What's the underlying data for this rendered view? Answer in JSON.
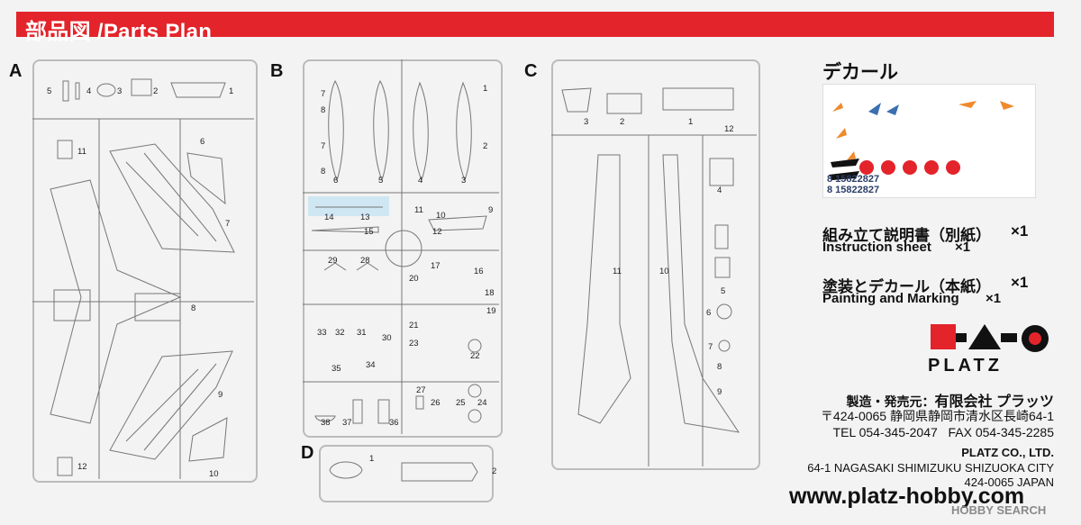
{
  "header": {
    "title": "部品図 /Parts Plan"
  },
  "sprues": {
    "a": {
      "label": "A",
      "parts": [
        "5",
        "4",
        "3",
        "2",
        "1",
        "11",
        "6",
        "7",
        "8",
        "9",
        "12",
        "10"
      ]
    },
    "b": {
      "label": "B",
      "parts": [
        "7",
        "8",
        "7",
        "8",
        "6",
        "5",
        "4",
        "3",
        "1",
        "2",
        "14",
        "13",
        "11",
        "10",
        "9",
        "15",
        "12",
        "29",
        "28",
        "17",
        "16",
        "20",
        "18",
        "19",
        "33",
        "32",
        "31",
        "30",
        "21",
        "23",
        "22",
        "35",
        "34",
        "27",
        "26",
        "25",
        "24",
        "38",
        "37",
        "36"
      ]
    },
    "c": {
      "label": "C",
      "parts": [
        "3",
        "2",
        "1",
        "12",
        "4",
        "11",
        "10",
        "5",
        "6",
        "7",
        "8",
        "9"
      ]
    },
    "d": {
      "label": "D",
      "parts": [
        "1",
        "2"
      ]
    }
  },
  "decal": {
    "title": "デカール",
    "numbers_line1": "8 15822827",
    "numbers_line2": "8 15822827"
  },
  "items": [
    {
      "jp": "組み立て説明書（別紙）",
      "qty": "×1",
      "en": "Instruction sheet",
      "en_qty": "×1"
    },
    {
      "jp": "塗装とデカール（本紙）",
      "qty": "×1",
      "en": "Painting and Marking",
      "en_qty": "×1"
    }
  ],
  "brand": {
    "name": "PLATZ",
    "colors": {
      "red": "#e3242b",
      "black": "#111111"
    }
  },
  "company": {
    "label": "製造・発売元：",
    "name_jp": "有限会社 プラッツ",
    "postal_jp": "〒424-0065 静岡県静岡市清水区長崎64-1",
    "tel": "TEL 054-345-2047",
    "fax": "FAX 054-345-2285",
    "name_en": "PLATZ CO., LTD.",
    "addr_en1": "64-1 NAGASAKI SHIMIZUKU SHIZUOKA CITY",
    "addr_en2": "424-0065 JAPAN"
  },
  "website": "www.platz-hobby.com",
  "watermark": "HOBBY SEARCH"
}
